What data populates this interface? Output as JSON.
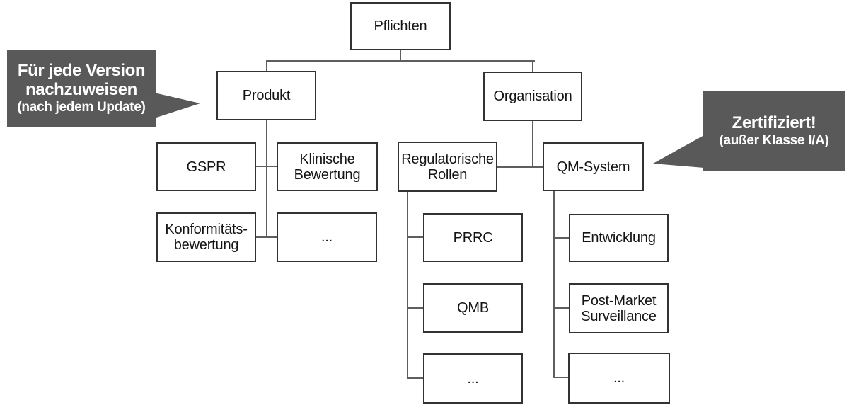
{
  "colors": {
    "background": "#ffffff",
    "box_border": "#323232",
    "box_text": "#141414",
    "connector": "#5e5e5e",
    "callout_bg": "#595959",
    "callout_text": "#ffffff"
  },
  "nodes": {
    "pflichten": {
      "label": "Pflichten"
    },
    "produkt": {
      "label": "Produkt"
    },
    "organisation": {
      "label": "Organisation"
    },
    "gspr": {
      "label": "GSPR"
    },
    "klinische_bewertung": {
      "lines": [
        "Klinische",
        "Bewertung"
      ]
    },
    "konformitaetsbewertung": {
      "lines": [
        "Konformitäts-",
        "bewertung"
      ]
    },
    "produkt_more": {
      "label": "..."
    },
    "regulatorische_rollen": {
      "lines": [
        "Regulatorische",
        "Rollen"
      ]
    },
    "qm_system": {
      "label": "QM-System"
    },
    "prrc": {
      "label": "PRRC"
    },
    "qmb": {
      "label": "QMB"
    },
    "rollen_more": {
      "label": "..."
    },
    "entwicklung": {
      "label": "Entwicklung"
    },
    "post_market_surveillance": {
      "lines": [
        "Post-Market",
        "Surveillance"
      ]
    },
    "qm_more": {
      "label": "..."
    }
  },
  "callouts": {
    "left": {
      "line1": "Für jede Version",
      "line2": "nachzuweisen",
      "note": "(nach jedem Update)"
    },
    "right": {
      "title": "Zertifiziert!",
      "note": "(außer Klasse I/A)"
    }
  }
}
